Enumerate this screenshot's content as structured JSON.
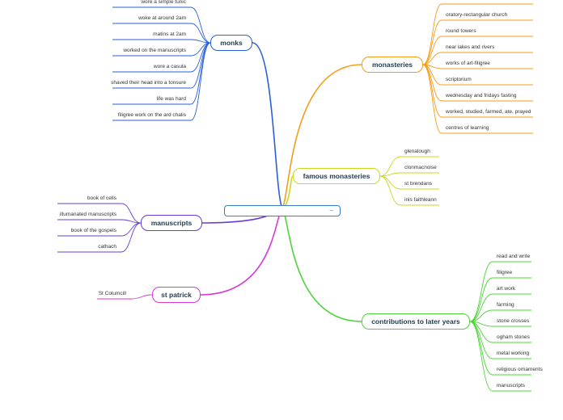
{
  "central": {
    "label": "",
    "collapse_glyph": "–"
  },
  "branches": [
    {
      "id": "monks",
      "label": "monks",
      "color": "#2b5fd9",
      "items": [
        "wore a simple tunic",
        "woke at around 2am",
        "matins at 2am",
        "worked on the manuscripts",
        "wore a casula",
        "shaved their head into a tonsure",
        "life was hard",
        "filigree work on the ard chalis"
      ]
    },
    {
      "id": "monasteries",
      "label": "monasteries",
      "color": "#f59c1a",
      "items": [
        "",
        "oratory-rectangular church",
        "round towers",
        "near lakes and rivers",
        "works of art-filigree",
        "scriptorium",
        "wednesday and fridays fasting",
        "worked, studied, farmed, ate, prayed",
        "centres of learning"
      ]
    },
    {
      "id": "famous-monasteries",
      "label": "famous monasteries",
      "color": "#c8d81e",
      "items": [
        "glenalough",
        "clonmacnoise",
        "st brendans",
        "inis faithleann"
      ]
    },
    {
      "id": "manuscripts",
      "label": "manuscripts",
      "color": "#6a3bd9",
      "items": [
        "book of cells",
        "illumanated manuscripts",
        "book of the gospels",
        "cathach"
      ]
    },
    {
      "id": "st-patrick",
      "label": "st patrick",
      "color": "#d63ad6",
      "items": [
        "St Columcill"
      ]
    },
    {
      "id": "contributions",
      "label": "contributions to later years",
      "color": "#4ed43a",
      "items": [
        "read and write",
        "filigree",
        "art work",
        "farming",
        "stone crosses",
        "ogham stones",
        "metal working",
        "religious ornaments",
        "manuscripts"
      ]
    }
  ]
}
